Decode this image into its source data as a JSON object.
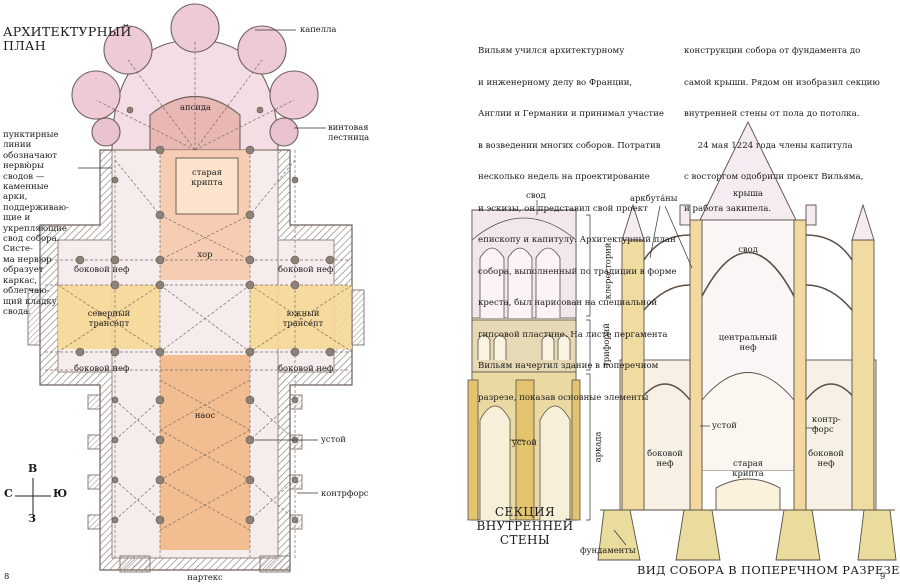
{
  "left_page": {
    "title_line1": "АРХИТЕКТУРНЫЙ",
    "title_line2": "ПЛАН",
    "side_note": [
      "пунктирные линии",
      "обозначают нервю́ры",
      "сводов — каменные",
      "арки, поддерживаю-",
      "щие и укрепляющие",
      "свод собора. Систе-",
      "ма нервюр образует",
      "каркас, облегчаю-",
      "щий кладку свода."
    ],
    "labels": {
      "chapel": "капелла",
      "apse": "апсида",
      "spiral_stair_1": "винтовая",
      "spiral_stair_2": "лестница",
      "old_crypt_1": "старая",
      "old_crypt_2": "крипта",
      "choir": "хор",
      "aisle_nw": "боковой неф",
      "aisle_ne": "боковой неф",
      "aisle_sw": "боковой неф",
      "aisle_se": "боковой неф",
      "north_transept_1": "северный",
      "north_transept_2": "трансе́пт",
      "south_transept_1": "южный",
      "south_transept_2": "трансе́пт",
      "nave": "наос",
      "pier": "устой",
      "buttress": "контрфорс",
      "narthex": "нартекс"
    },
    "compass": {
      "n": "В",
      "w": "С",
      "e": "Ю",
      "s": "З"
    },
    "page_number": "8"
  },
  "right_page": {
    "text_col1": [
      "Вильям учился архитектурному",
      "и инженерному делу во Франции,",
      "Англии и Германии и принимал участие",
      "в возведении многих соборов. Потратив",
      "несколько недель на проектирование",
      "и эскизы, он представил свой проект",
      "епископу и капитулу. Архитектурный план",
      "собора, выполненный по традиции в форме",
      "креста, был нарисован на специальной",
      "гипсовой пластине. На листе пергамента",
      "Вильям начертил здание в поперечном",
      "разрезе, показав основные элементы"
    ],
    "text_col2": [
      "конструкции собора от фундамента до",
      "самой крыши. Рядом он изобразил секцию",
      "внутренней стены от пола до потолка.",
      "     24 мая 1224 года члены капитула",
      "с восторгом одобрили проект Вильяма,",
      "и работа закипела."
    ],
    "wall_section": {
      "vault": "свод",
      "clerestory": "клересторий",
      "triforium": "трифорий",
      "arcade": "аркада",
      "pier": "устой",
      "caption": [
        "СЕКЦИЯ",
        "ВНУТРЕННЕЙ",
        "СТЕНЫ"
      ]
    },
    "cross_section": {
      "roof": "крыша",
      "flying_buttresses": "аркбута́ны",
      "vault": "свод",
      "central_nave_1": "центральный",
      "central_nave_2": "неф",
      "pier": "устой",
      "buttress_1": "контр-",
      "buttress_2": "форс",
      "aisle_left_1": "боковой",
      "aisle_left_2": "неф",
      "aisle_right_1": "боковой",
      "aisle_right_2": "неф",
      "old_crypt_1": "старая",
      "old_crypt_2": "крипта",
      "foundations": "фундаменты",
      "caption": "ВИД СОБОРА В ПОПЕРЕЧНОМ РАЗРЕЗЕ"
    },
    "page_number": "9"
  }
}
